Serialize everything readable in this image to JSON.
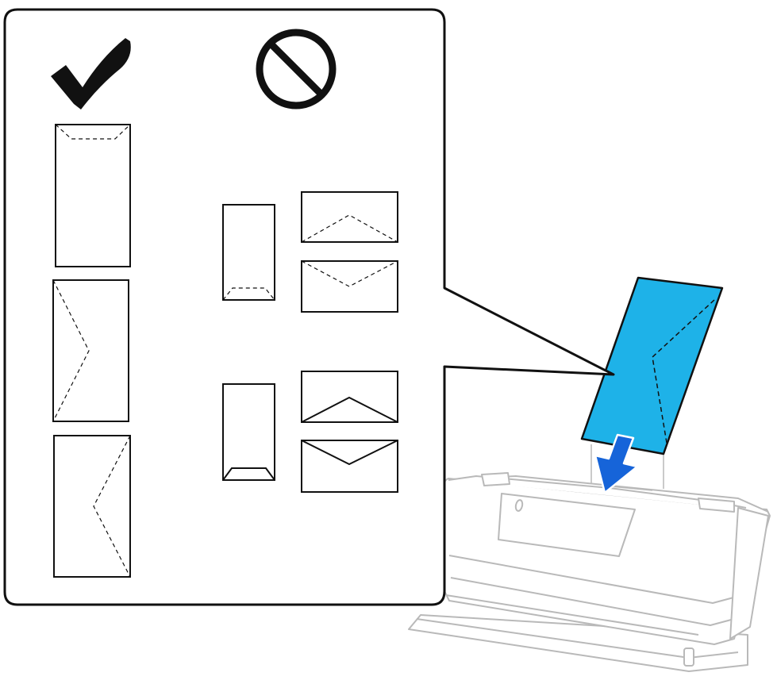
{
  "colors": {
    "envelope_fill": "#1eb2e8",
    "arrow_fill": "#1664d9",
    "line": "#111111",
    "scanner_line": "#b9b9b9"
  },
  "icons": {
    "ok": "check-mark-icon",
    "not_ok": "prohibited-icon"
  },
  "allowed_envelopes": [
    {
      "id": "allowed-1",
      "flap": "top-short"
    },
    {
      "id": "allowed-2",
      "flap": "left-pointed"
    },
    {
      "id": "allowed-3",
      "flap": "right-pointed"
    }
  ],
  "prohibited_envelopes": [
    {
      "id": "prohibited-1",
      "flap": "bottom-short-dashed"
    },
    {
      "id": "prohibited-2",
      "flap": "bottom-pointed-dashed"
    },
    {
      "id": "prohibited-3",
      "flap": "top-pointed-dashed"
    },
    {
      "id": "prohibited-4",
      "flap": "bottom-short-open"
    },
    {
      "id": "prohibited-5",
      "flap": "bottom-pointed-open"
    },
    {
      "id": "prohibited-6",
      "flap": "top-pointed-open"
    }
  ]
}
